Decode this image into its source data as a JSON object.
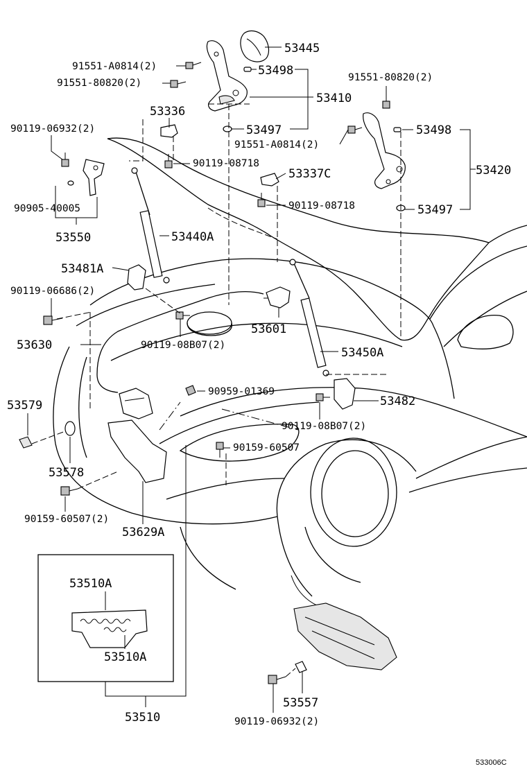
{
  "labels": {
    "p53445": "53445",
    "p53498_top": "53498",
    "p91551_A0814_2_top": "91551-A0814(2)",
    "p91551_80820_2_left": "91551-80820(2)",
    "p53410": "53410",
    "p53336": "53336",
    "p53497_top": "53497",
    "p91551_A0814_2_mid": "91551-A0814(2)",
    "p90119_06932_2_top": "90119-06932(2)",
    "p90119_08718_left": "90119-08718",
    "p91551_80820_2_right": "91551-80820(2)",
    "p53498_right": "53498",
    "p53420": "53420",
    "p53337C": "53337C",
    "p90119_08718_right": "90119-08718",
    "p53497_right": "53497",
    "p90905_40005": "90905-40005",
    "p53550": "53550",
    "p53440A": "53440A",
    "p53481A": "53481A",
    "p90119_06686_2": "90119-06686(2)",
    "p53601": "53601",
    "p90119_08B07_2_a": "90119-08B07(2)",
    "p53630": "53630",
    "p53450A": "53450A",
    "p90959_01369": "90959-01369",
    "p53579": "53579",
    "p53482": "53482",
    "p90119_08B07_2_b": "90119-08B07(2)",
    "p90159_60507": "90159-60507",
    "p53578": "53578",
    "p90159_60507_2": "90159-60507(2)",
    "p53629A": "53629A",
    "p53510A_top": "53510A",
    "p53510A_bottom": "53510A",
    "p53510": "53510",
    "p53557": "53557",
    "p90119_06932_2_bottom": "90119-06932(2)",
    "diagram_code": "533006C"
  }
}
